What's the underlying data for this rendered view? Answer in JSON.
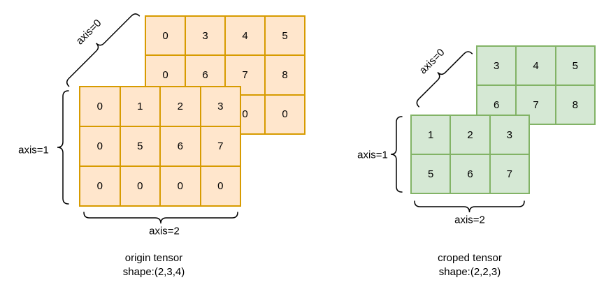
{
  "colors": {
    "origin_fill": "#ffe6cc",
    "origin_stroke": "#d79b00",
    "cropped_fill": "#d5e8d4",
    "cropped_stroke": "#82b366",
    "text": "#000000"
  },
  "origin": {
    "axis0_label": "axis=0",
    "axis1_label": "axis=1",
    "axis2_label": "axis=2",
    "back_grid": {
      "rows": 3,
      "cols": 4,
      "cells": [
        "0",
        "3",
        "4",
        "5",
        "0",
        "6",
        "7",
        "8",
        "",
        "",
        "0",
        "0"
      ]
    },
    "front_grid": {
      "rows": 3,
      "cols": 4,
      "cells": [
        "0",
        "1",
        "2",
        "3",
        "0",
        "5",
        "6",
        "7",
        "0",
        "0",
        "0",
        "0"
      ]
    },
    "caption_line1": "origin tensor",
    "caption_line2": "shape:(2,3,4)"
  },
  "cropped": {
    "axis0_label": "axis=0",
    "axis1_label": "axis=1",
    "axis2_label": "axis=2",
    "back_grid": {
      "rows": 2,
      "cols": 3,
      "cells": [
        "3",
        "4",
        "5",
        "6",
        "7",
        "8"
      ]
    },
    "front_grid": {
      "rows": 2,
      "cols": 3,
      "cells": [
        "1",
        "2",
        "3",
        "5",
        "6",
        "7"
      ]
    },
    "caption_line1": "croped tensor",
    "caption_line2": "shape:(2,2,3)"
  }
}
